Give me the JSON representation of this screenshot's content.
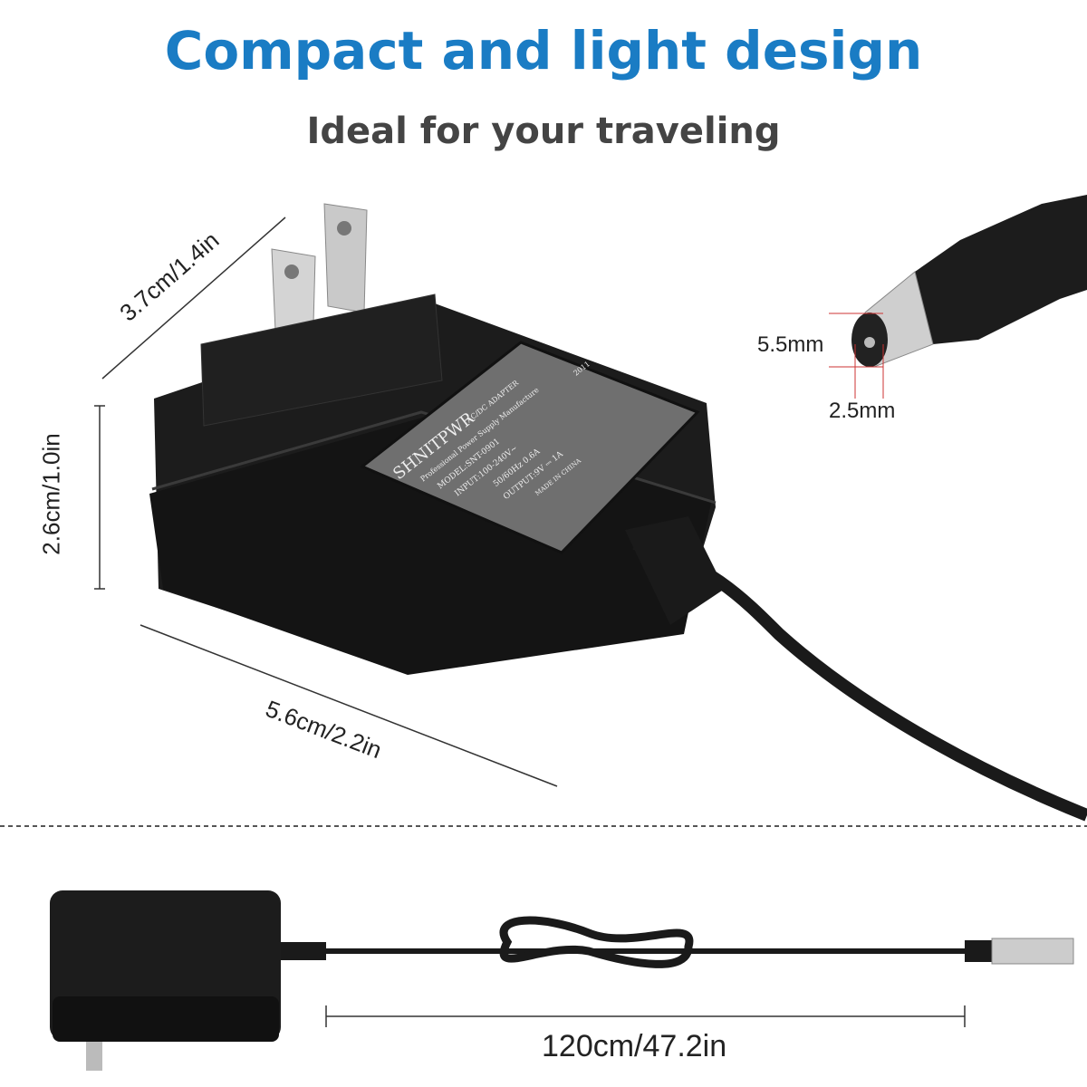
{
  "header": {
    "title": "Compact and light design",
    "subtitle": "Ideal for your traveling"
  },
  "dimensions": {
    "prong_width": "3.7cm/1.4in",
    "height": "2.6cm/1.0in",
    "length": "5.6cm/2.2in",
    "plug_outer_diameter": "5.5mm",
    "plug_inner_diameter": "2.5mm",
    "cable_length": "120cm/47.2in"
  },
  "product_label": {
    "brand": "SHNITPWR",
    "type": "AC/DC ADAPTER",
    "maker": "Professional Power Supply Manufacture",
    "model": "MODEL:SNT-0901",
    "input": "INPUT:100-240V~",
    "frequency": "50/60Hz 0.6A",
    "output": "OUTPUT:9V ⎓ 1A",
    "origin": "MADE IN CHINA",
    "code": "2011"
  },
  "colors": {
    "title": "#1a7cc4",
    "subtitle": "#444444",
    "adapter": "#1c1c1c"
  }
}
